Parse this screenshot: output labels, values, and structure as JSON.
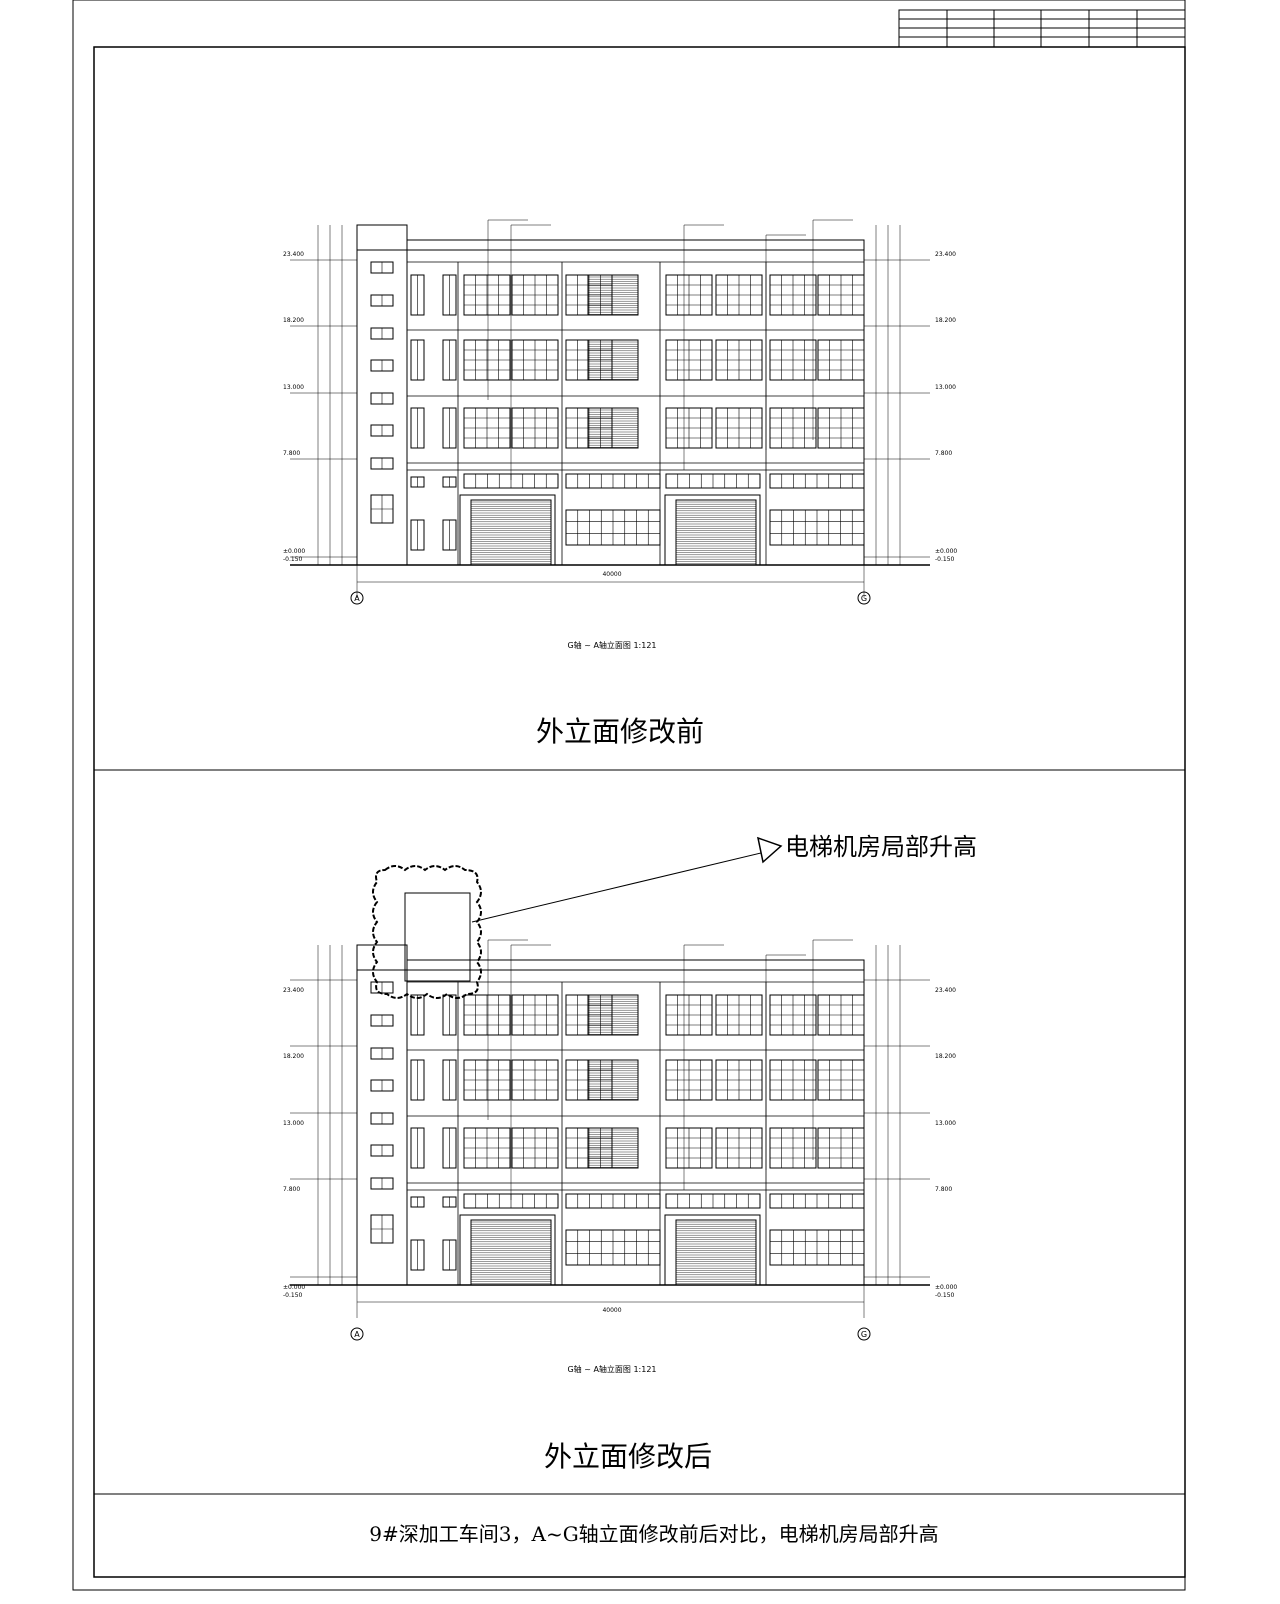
{
  "sheet": {
    "caption": "9#深加工车间3，A~G轴立面修改前后对比，电梯机房局部升高"
  },
  "before": {
    "title": "外立面修改前",
    "subtitle": "G轴 ~ A轴立面图 1:121",
    "axis_left": "A",
    "axis_right": "G",
    "total_width": "40000",
    "levels": [
      "23.400",
      "18.200",
      "13.000",
      "7.800",
      "±0.000",
      "-0.150"
    ]
  },
  "after": {
    "title": "外立面修改后",
    "subtitle": "G轴 ~ A轴立面图 1:121",
    "axis_left": "A",
    "axis_right": "G",
    "total_width": "40000",
    "levels": [
      "23.400",
      "18.200",
      "13.000",
      "7.800",
      "±0.000",
      "-0.150"
    ],
    "callout": "电梯机房局部升高"
  }
}
